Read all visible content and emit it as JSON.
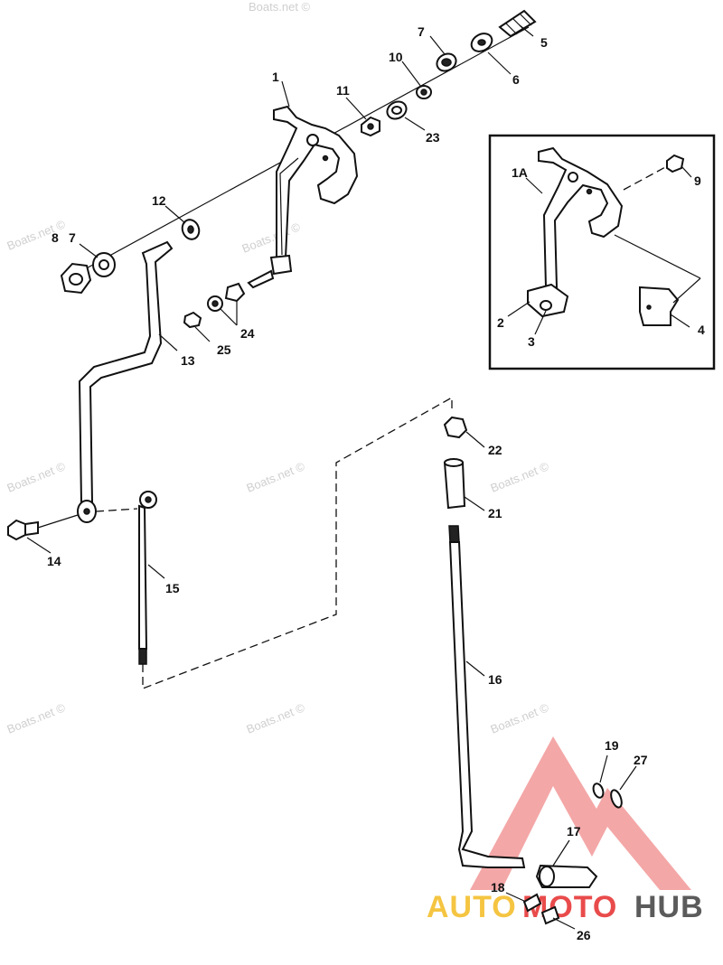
{
  "watermark_text": "Boats.net ©",
  "labels": {
    "p1": "1",
    "p1a": "1A",
    "p2": "2",
    "p3": "3",
    "p4": "4",
    "p5": "5",
    "p6": "6",
    "p7": "7",
    "p7b": "7",
    "p8": "8",
    "p9": "9",
    "p10": "10",
    "p11": "11",
    "p12": "12",
    "p13": "13",
    "p14": "14",
    "p15": "15",
    "p16": "16",
    "p17": "17",
    "p18": "18",
    "p19": "19",
    "p21": "21",
    "p22": "22",
    "p23": "23",
    "p24": "24",
    "p25": "25",
    "p26": "26",
    "p27": "27"
  },
  "logo": {
    "part_auto": "AUTO",
    "part_moto": "MOTO",
    "part_hub": "HUB",
    "colors": {
      "auto": "#f5c542",
      "moto": "#e94b4b",
      "hub": "#5b5b5b",
      "triangle": "#f08a8a"
    }
  }
}
